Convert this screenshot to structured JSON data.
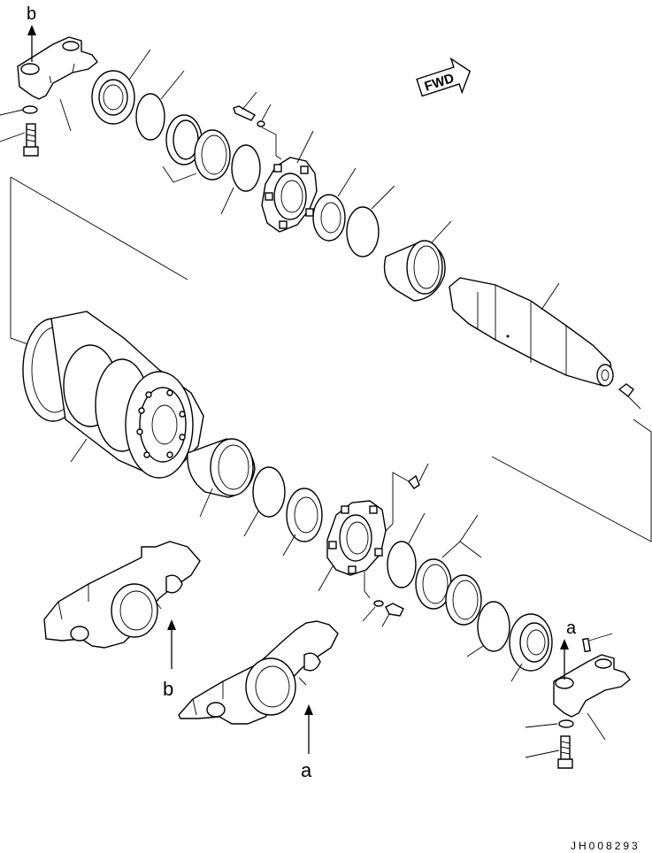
{
  "diagram": {
    "type": "exploded-parts-diagram",
    "labels": {
      "ref_b_top": "b",
      "ref_a_right": "a",
      "ref_b_bracket": "b",
      "ref_a_bracket": "a",
      "direction": "FWD",
      "drawing_number": "JH008293"
    }
  }
}
